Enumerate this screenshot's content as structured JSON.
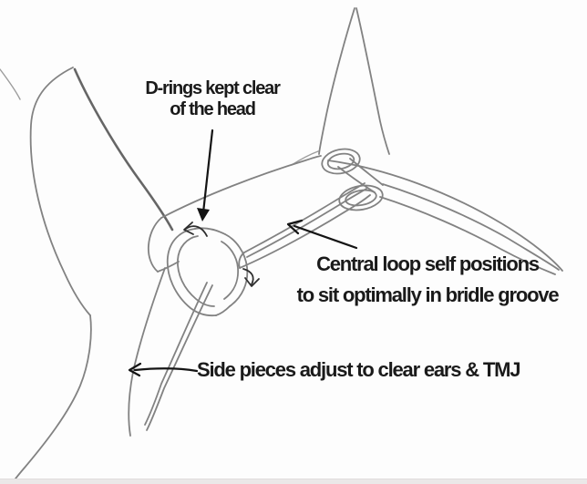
{
  "annotations": {
    "d_rings": {
      "line1": "D-rings kept clear",
      "line2": "of the head"
    },
    "central_loop": {
      "line1": "Central loop self positions",
      "line2": "to sit optimally in bridle groove"
    },
    "side_pieces": {
      "text": "Side pieces adjust to clear ears & TMJ"
    }
  },
  "style": {
    "background_color": "#fdfdfd",
    "pencil_color": "#828282",
    "ink_color": "#1a1a1a",
    "paper_edge_color": "#ebe8e8"
  }
}
